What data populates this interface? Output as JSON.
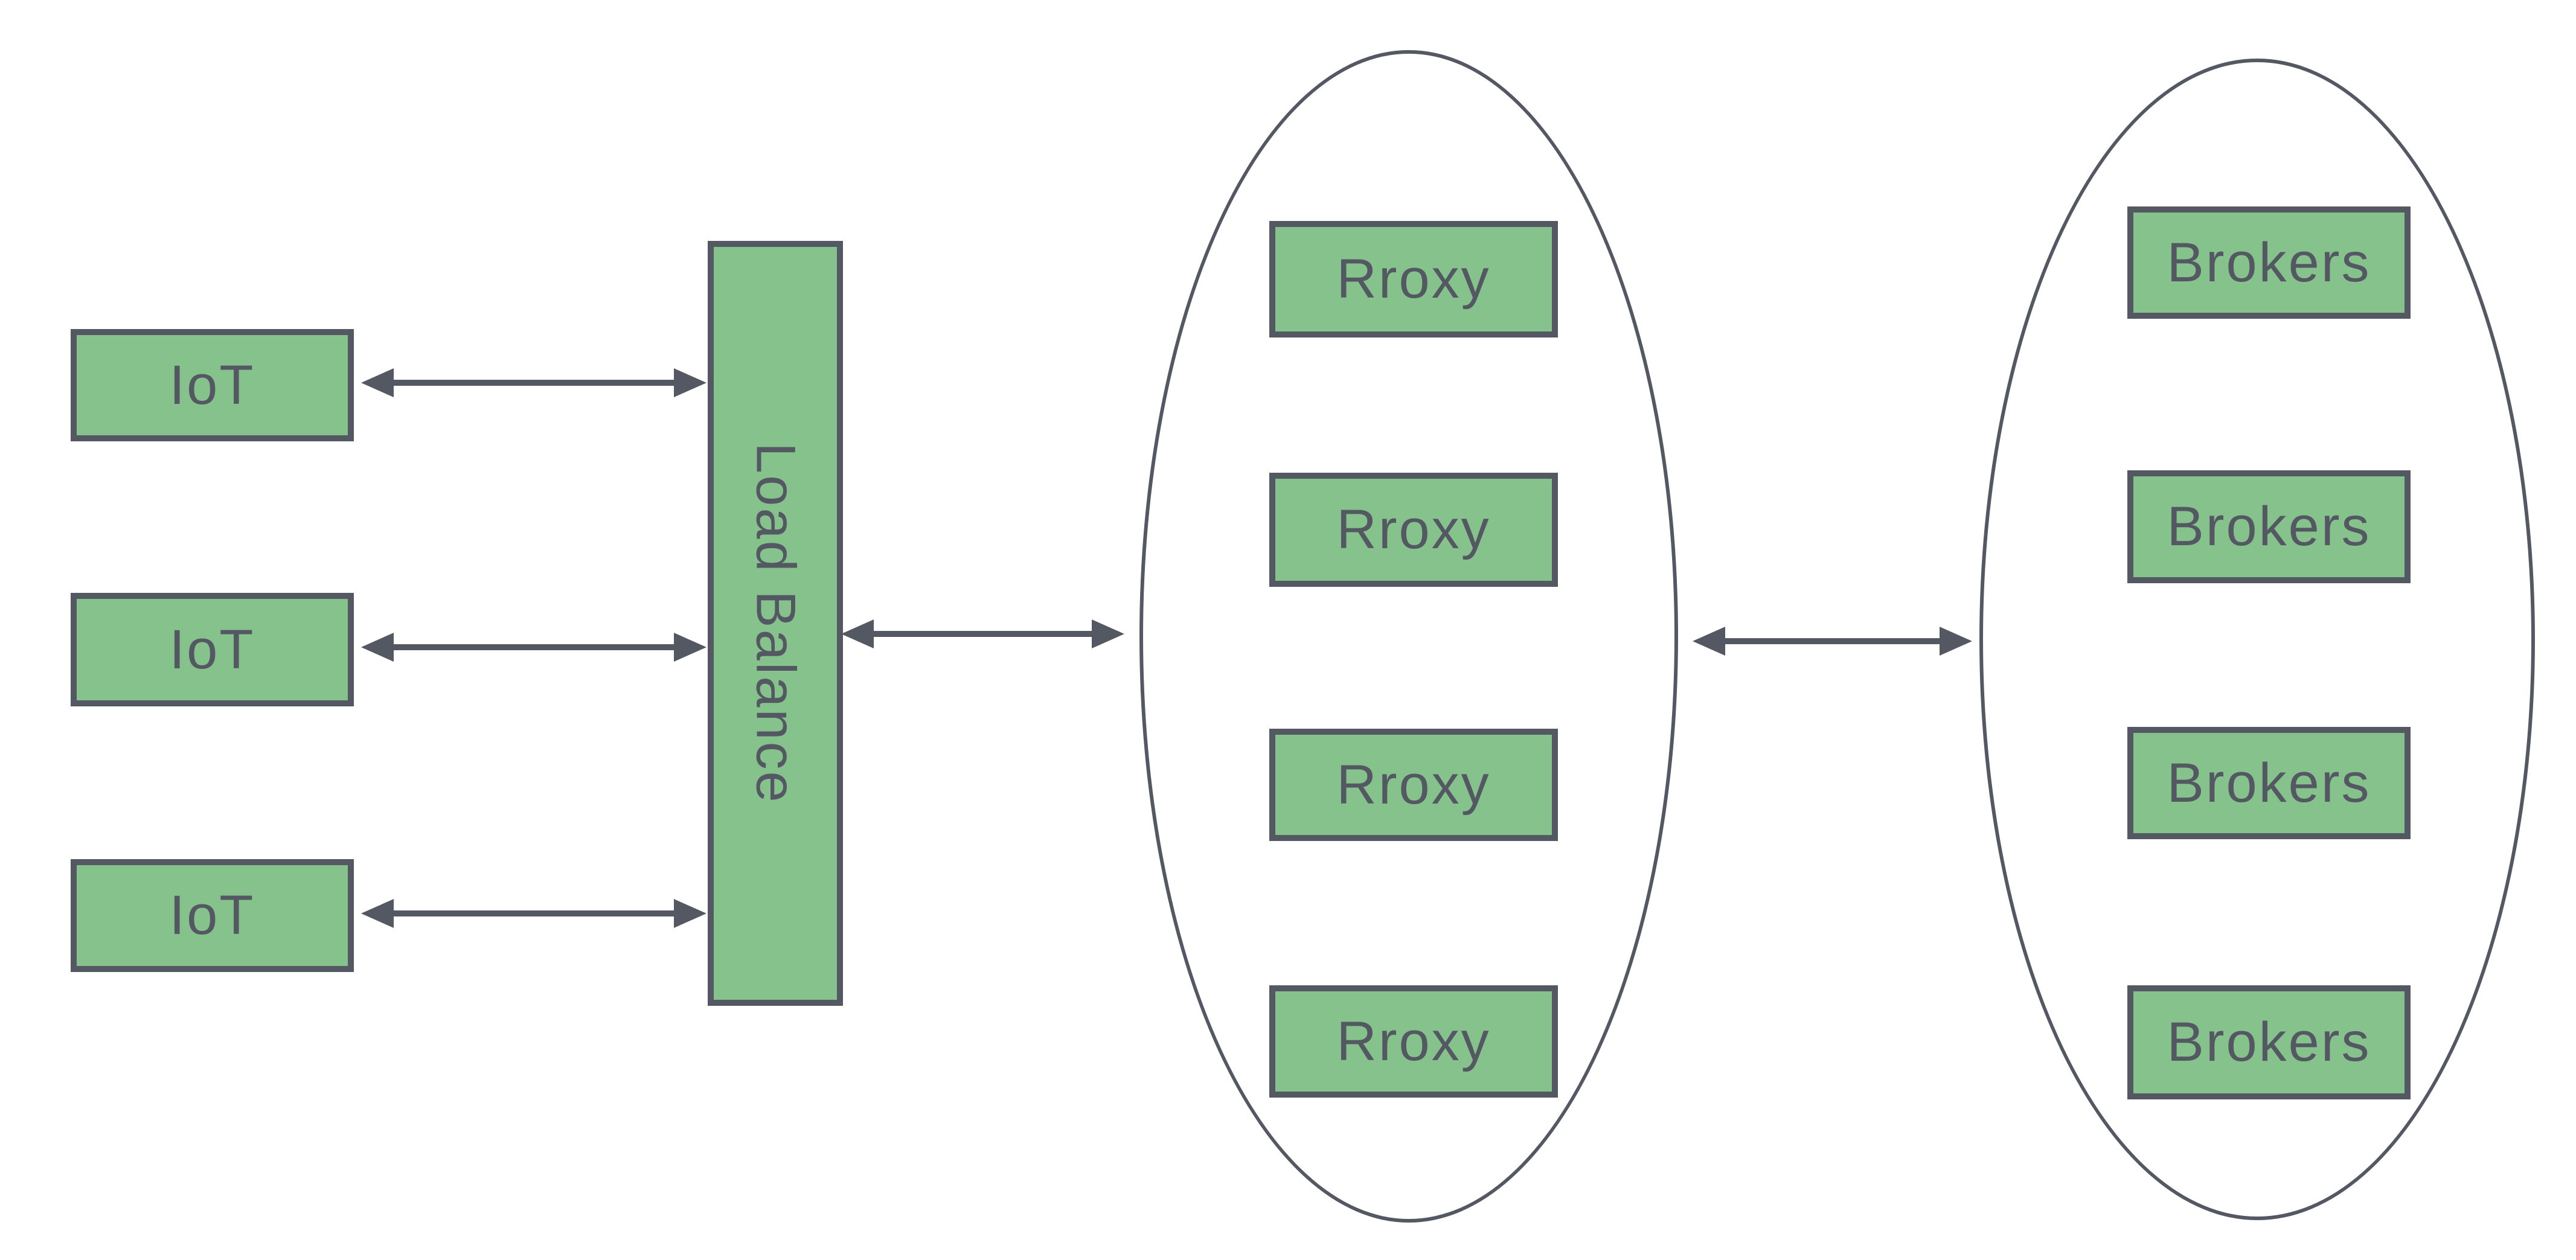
{
  "colors": {
    "node_fill": "#85C28C",
    "stroke": "#545862",
    "canvas_background": "#FFFFFF"
  },
  "iot_nodes": [
    {
      "label": "IoT"
    },
    {
      "label": "IoT"
    },
    {
      "label": "IoT"
    }
  ],
  "load_balancer": {
    "label": "Load Balance"
  },
  "proxy_cluster": {
    "nodes": [
      {
        "label": "Rroxy"
      },
      {
        "label": "Rroxy"
      },
      {
        "label": "Rroxy"
      },
      {
        "label": "Rroxy"
      }
    ]
  },
  "broker_cluster": {
    "nodes": [
      {
        "label": "Brokers"
      },
      {
        "label": "Brokers"
      },
      {
        "label": "Brokers"
      },
      {
        "label": "Brokers"
      }
    ]
  }
}
